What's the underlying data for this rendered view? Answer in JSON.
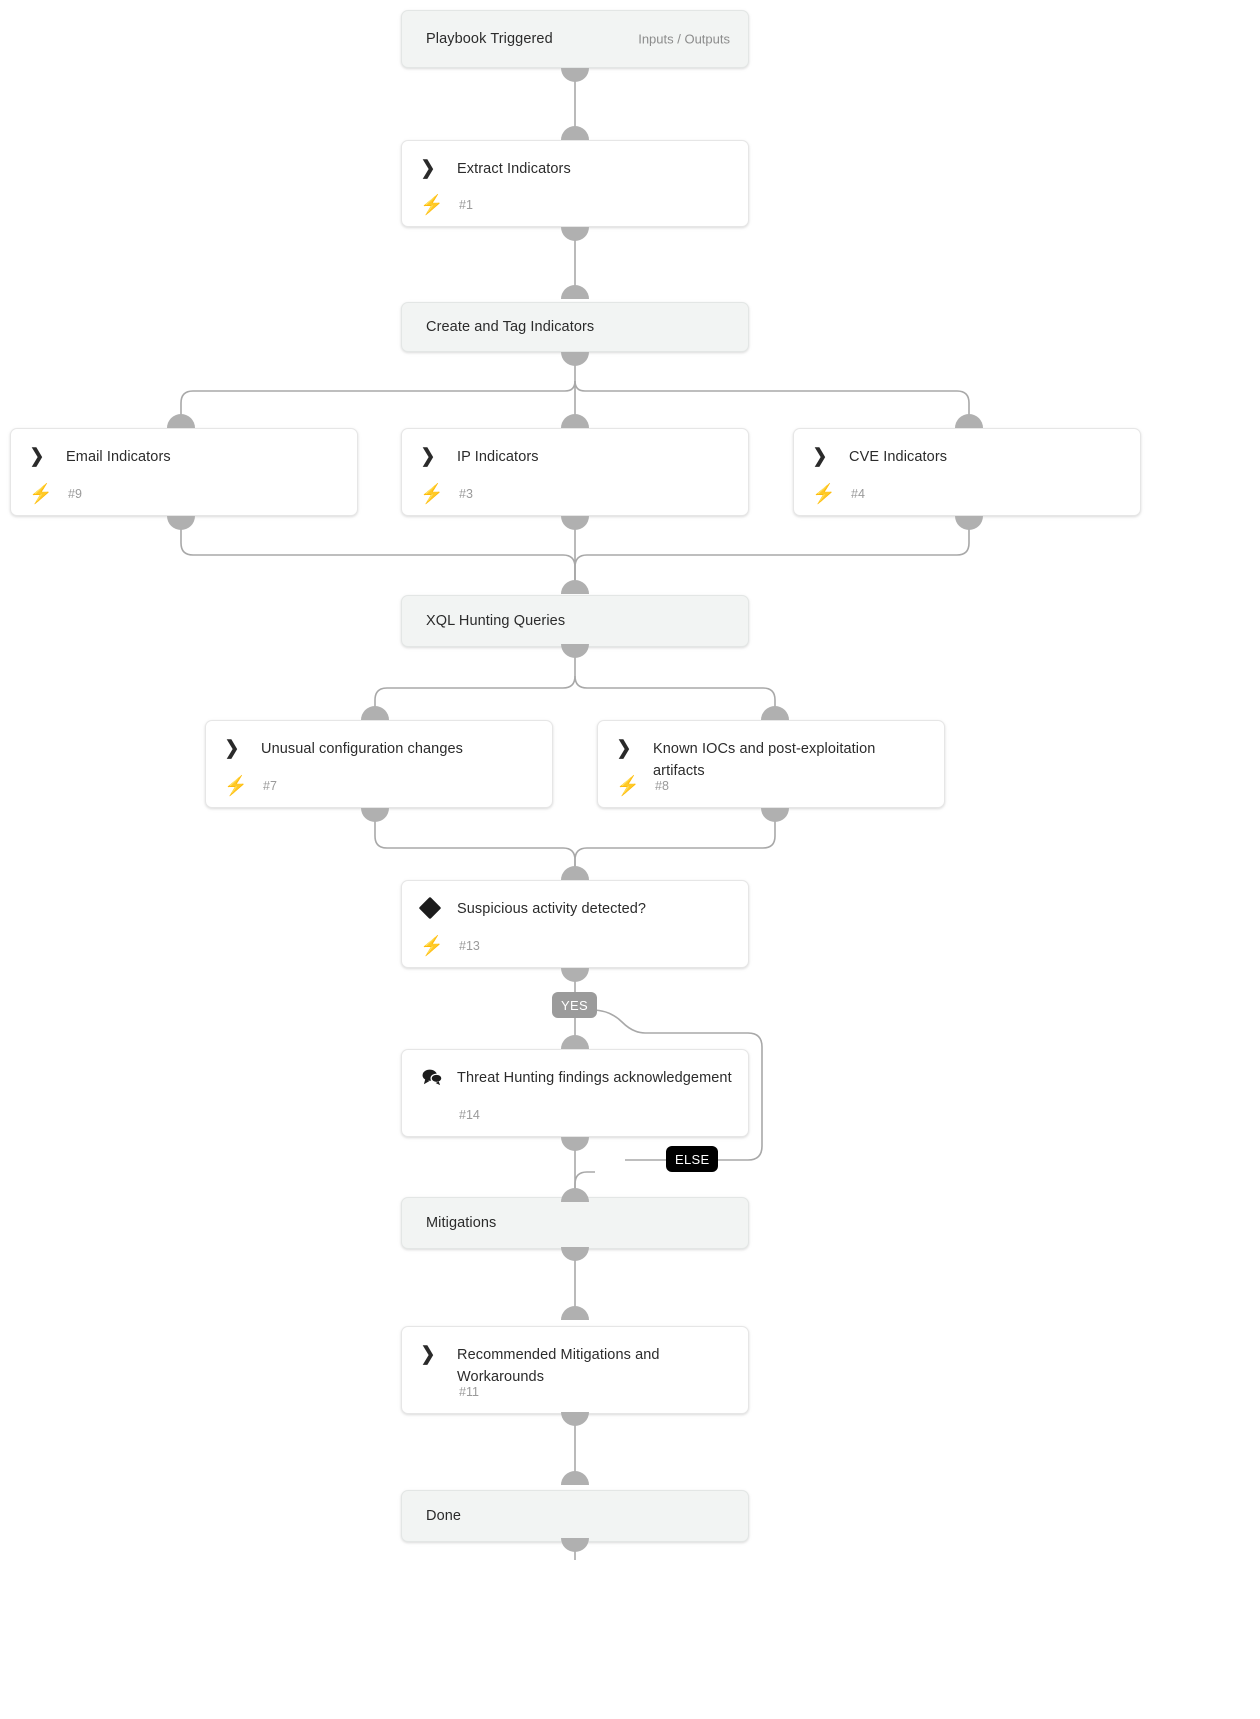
{
  "diagram": {
    "type": "playbook-workflow",
    "title": "Playbook Triggered",
    "background": "#ffffff",
    "accent_bolt_color": "#f5a623",
    "section_fill": "#f2f4f3",
    "task_fill": "#ffffff",
    "connector_color": "#b0b0b0"
  },
  "nodes": [
    {
      "id": "trigger",
      "kind": "section",
      "label": "Playbook Triggered",
      "meta": "Inputs / Outputs",
      "icon": "none",
      "number": "",
      "bolt": false
    },
    {
      "id": "extract",
      "kind": "task",
      "label": "Extract Indicators",
      "icon": "chevron-icon",
      "number": "#1",
      "bolt": true
    },
    {
      "id": "createtag",
      "kind": "section",
      "label": "Create and Tag Indicators",
      "icon": "none",
      "number": "",
      "bolt": false
    },
    {
      "id": "email",
      "kind": "task",
      "label": "Email Indicators",
      "icon": "chevron-icon",
      "number": "#9",
      "bolt": true
    },
    {
      "id": "ip",
      "kind": "task",
      "label": "IP Indicators",
      "icon": "chevron-icon",
      "number": "#3",
      "bolt": true
    },
    {
      "id": "cve",
      "kind": "task",
      "label": "CVE Indicators",
      "icon": "chevron-icon",
      "number": "#4",
      "bolt": true
    },
    {
      "id": "xql",
      "kind": "section",
      "label": "XQL Hunting Queries",
      "icon": "none",
      "number": "",
      "bolt": false
    },
    {
      "id": "unusual",
      "kind": "task",
      "label": "Unusual configuration changes",
      "icon": "chevron-icon",
      "number": "#7",
      "bolt": true
    },
    {
      "id": "iocs",
      "kind": "task",
      "label": "Known IOCs and post-exploitation artifacts",
      "icon": "chevron-icon",
      "number": "#8",
      "bolt": true
    },
    {
      "id": "suspicious",
      "kind": "task",
      "label": "Suspicious activity detected?",
      "icon": "diamond-icon",
      "number": "#13",
      "bolt": true
    },
    {
      "id": "ack",
      "kind": "task",
      "label": "Threat Hunting findings acknowledgement",
      "icon": "speech-bubble-icon",
      "number": "#14",
      "bolt": false
    },
    {
      "id": "mitigations",
      "kind": "section",
      "label": "Mitigations",
      "icon": "none",
      "number": "",
      "bolt": false
    },
    {
      "id": "recommended",
      "kind": "task",
      "label": "Recommended Mitigations and Workarounds",
      "icon": "chevron-icon",
      "number": "#11",
      "bolt": false
    },
    {
      "id": "done",
      "kind": "section",
      "label": "Done",
      "icon": "none",
      "number": "",
      "bolt": false
    }
  ],
  "branch_labels": {
    "yes": "YES",
    "else": "ELSE"
  },
  "edges": [
    {
      "from": "trigger",
      "to": "extract"
    },
    {
      "from": "extract",
      "to": "createtag"
    },
    {
      "from": "createtag",
      "to": "email"
    },
    {
      "from": "createtag",
      "to": "ip"
    },
    {
      "from": "createtag",
      "to": "cve"
    },
    {
      "from": "email",
      "to": "xql"
    },
    {
      "from": "ip",
      "to": "xql"
    },
    {
      "from": "cve",
      "to": "xql"
    },
    {
      "from": "xql",
      "to": "unusual"
    },
    {
      "from": "xql",
      "to": "iocs"
    },
    {
      "from": "unusual",
      "to": "suspicious"
    },
    {
      "from": "iocs",
      "to": "suspicious"
    },
    {
      "from": "suspicious",
      "to": "ack",
      "label": "YES"
    },
    {
      "from": "suspicious",
      "to": "mitigations",
      "label": "ELSE"
    },
    {
      "from": "ack",
      "to": "mitigations"
    },
    {
      "from": "mitigations",
      "to": "recommended"
    },
    {
      "from": "recommended",
      "to": "done"
    }
  ]
}
